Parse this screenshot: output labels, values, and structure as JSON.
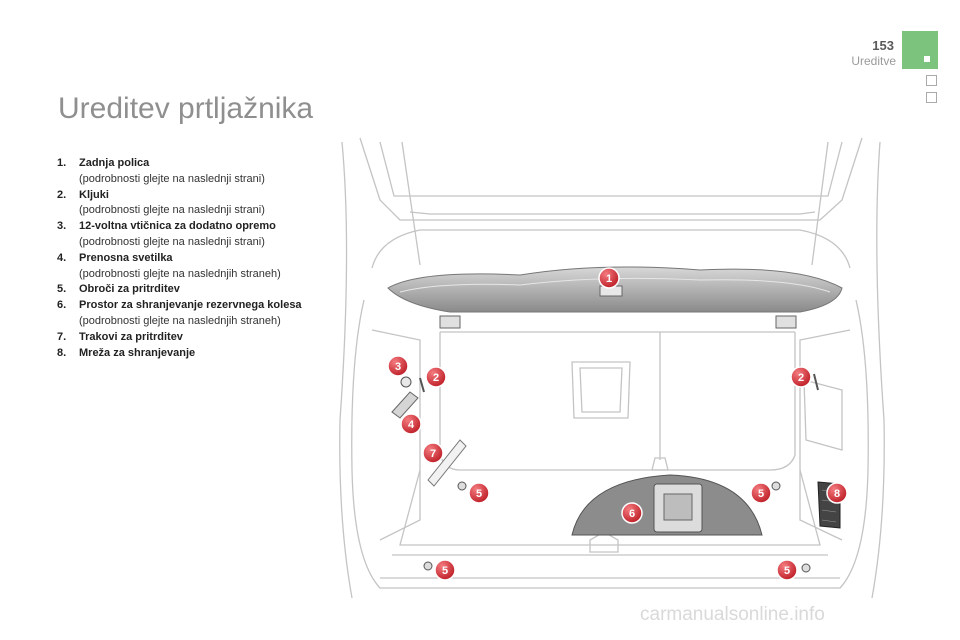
{
  "header": {
    "page_number": "153",
    "section": "Ureditve"
  },
  "title": "Ureditev prtljažnika",
  "items": [
    {
      "num": "1.",
      "label": "Zadnja polica",
      "note": "(podrobnosti glejte na naslednji strani)"
    },
    {
      "num": "2.",
      "label": "Kljuki",
      "note": "(podrobnosti glejte na naslednji strani)"
    },
    {
      "num": "3.",
      "label": "12-voltna vtičnica za dodatno opremo",
      "note": "(podrobnosti glejte na naslednji strani)"
    },
    {
      "num": "4.",
      "label": "Prenosna svetilka",
      "note": "(podrobnosti glejte na naslednjih straneh)"
    },
    {
      "num": "5.",
      "label": "Obroči za pritrditev",
      "note": ""
    },
    {
      "num": "6.",
      "label": "Prostor za shranjevanje rezervnega kolesa",
      "note": "(podrobnosti glejte na naslednjih straneh)"
    },
    {
      "num": "7.",
      "label": "Trakovi za pritrditev",
      "note": ""
    },
    {
      "num": "8.",
      "label": "Mreža za shranjevanje",
      "note": ""
    }
  ],
  "callouts": [
    "1",
    "2",
    "2",
    "3",
    "4",
    "5",
    "5",
    "5",
    "5",
    "6",
    "7",
    "8"
  ],
  "watermark": "carmanualsonline.info",
  "colors": {
    "tab": "#7cc47d",
    "callout": "#d8333a",
    "title": "#8f8f8f"
  }
}
